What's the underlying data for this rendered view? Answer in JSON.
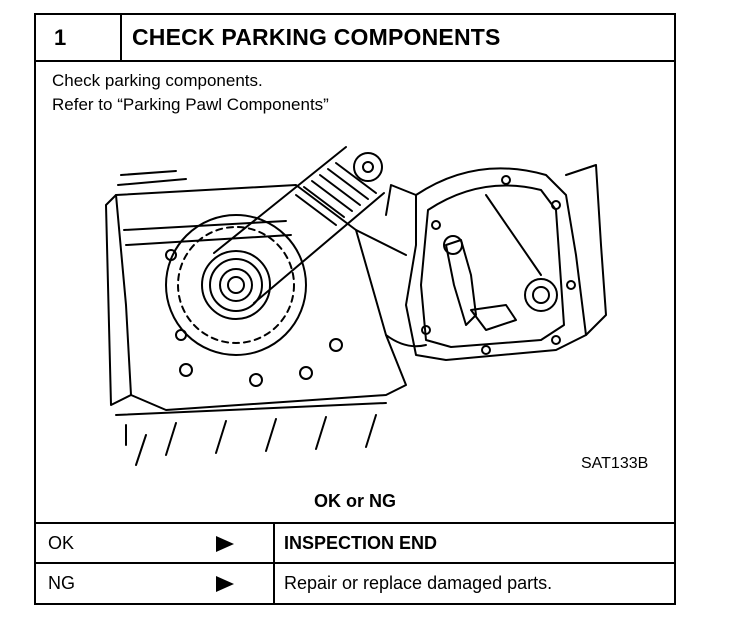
{
  "step": {
    "number": "1",
    "title": "CHECK PARKING COMPONENTS"
  },
  "instructions": {
    "line1": "Check parking components.",
    "line2": "Refer to “Parking Pawl Components”"
  },
  "figure": {
    "code": "SAT133B"
  },
  "result_prompt": "OK or NG",
  "results": [
    {
      "code": "OK",
      "action": "INSPECTION END"
    },
    {
      "code": "NG",
      "action": "Repair or replace damaged parts."
    }
  ]
}
